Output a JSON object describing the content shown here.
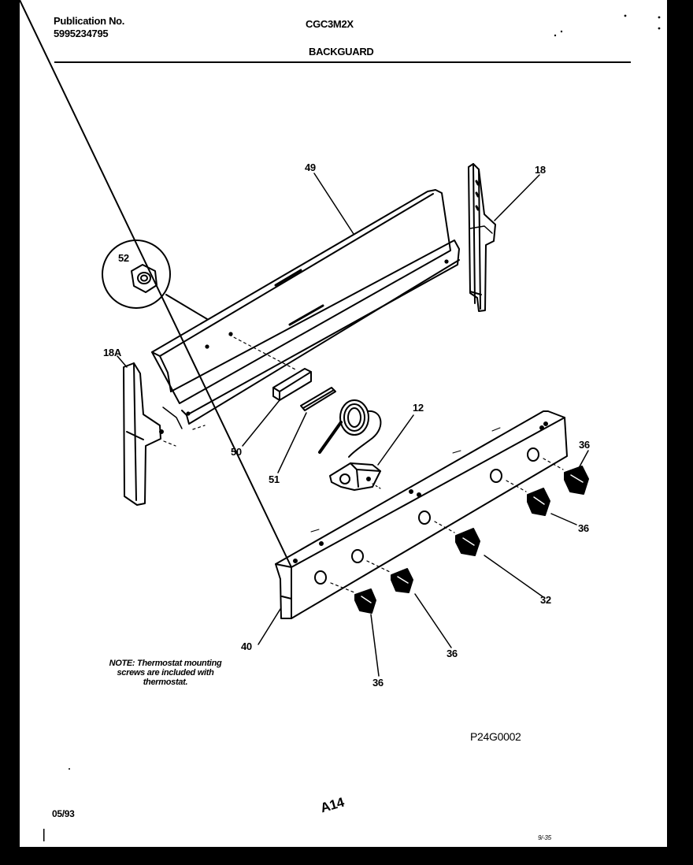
{
  "header": {
    "publication_label": "Publication No.",
    "publication_number": "5995234795",
    "model": "CGC3M2X",
    "section": "BACKGUARD"
  },
  "callouts": {
    "c49": "49",
    "c18": "18",
    "c52": "52",
    "c18a": "18A",
    "c12": "12",
    "c50": "50",
    "c51": "51",
    "c36a": "36",
    "c36b": "36",
    "c32": "32",
    "c36c": "36",
    "c36d": "36",
    "c40": "40"
  },
  "note": {
    "line1": "NOTE: Thermostat mounting",
    "line2": "screws are included with",
    "line3": "thermostat."
  },
  "footer": {
    "diagram_code": "P24G0002",
    "date": "05/93",
    "page_mark": "A14",
    "corner_mark": "9/-35"
  }
}
